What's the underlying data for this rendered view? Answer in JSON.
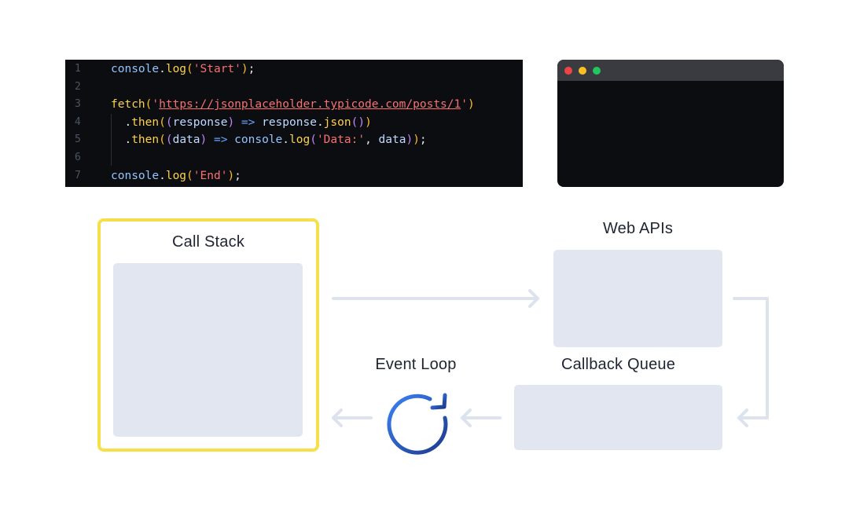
{
  "code": {
    "lines": [
      {
        "n": "1",
        "tokens": [
          [
            "console",
            "t-fn"
          ],
          [
            ".",
            "t-p"
          ],
          [
            "log",
            "t-m"
          ],
          [
            "(",
            "t-paren1"
          ],
          [
            "'Start'",
            "t-s"
          ],
          [
            ")",
            "t-paren1"
          ],
          [
            ";",
            "t-p"
          ]
        ]
      },
      {
        "n": "2",
        "tokens": []
      },
      {
        "n": "3",
        "tokens": [
          [
            "fetch",
            "t-m"
          ],
          [
            "(",
            "t-paren1"
          ],
          [
            "'",
            "t-s"
          ],
          [
            "https://jsonplaceholder.typicode.com/posts/1",
            "t-url"
          ],
          [
            "'",
            "t-s"
          ],
          [
            ")",
            "t-paren1"
          ]
        ]
      },
      {
        "n": "4",
        "tokens": [
          [
            "  ",
            "t-p"
          ],
          [
            ".",
            "t-p"
          ],
          [
            "then",
            "t-m"
          ],
          [
            "(",
            "t-paren1"
          ],
          [
            "(",
            "t-paren2"
          ],
          [
            "response",
            "t-v"
          ],
          [
            ")",
            "t-paren2"
          ],
          [
            " => ",
            "t-op"
          ],
          [
            "response",
            "t-v"
          ],
          [
            ".",
            "t-p"
          ],
          [
            "json",
            "t-m"
          ],
          [
            "()",
            "t-paren2"
          ],
          [
            ")",
            "t-paren1"
          ]
        ]
      },
      {
        "n": "5",
        "tokens": [
          [
            "  ",
            "t-p"
          ],
          [
            ".",
            "t-p"
          ],
          [
            "then",
            "t-m"
          ],
          [
            "(",
            "t-paren1"
          ],
          [
            "(",
            "t-paren2"
          ],
          [
            "data",
            "t-v"
          ],
          [
            ")",
            "t-paren2"
          ],
          [
            " => ",
            "t-op"
          ],
          [
            "console",
            "t-fn"
          ],
          [
            ".",
            "t-p"
          ],
          [
            "log",
            "t-m"
          ],
          [
            "(",
            "t-paren2"
          ],
          [
            "'Data:'",
            "t-s"
          ],
          [
            ", ",
            "t-p"
          ],
          [
            "data",
            "t-v"
          ],
          [
            ")",
            "t-paren2"
          ],
          [
            ")",
            "t-paren1"
          ],
          [
            ";",
            "t-p"
          ]
        ]
      },
      {
        "n": "6",
        "tokens": []
      },
      {
        "n": "7",
        "tokens": [
          [
            "console",
            "t-fn"
          ],
          [
            ".",
            "t-p"
          ],
          [
            "log",
            "t-m"
          ],
          [
            "(",
            "t-paren1"
          ],
          [
            "'End'",
            "t-s"
          ],
          [
            ")",
            "t-paren1"
          ],
          [
            ";",
            "t-p"
          ]
        ]
      }
    ]
  },
  "console_window": {
    "controls": [
      "close-dot",
      "minimize-dot",
      "maximize-dot"
    ],
    "output": ""
  },
  "diagram": {
    "call_stack_label": "Call Stack",
    "web_apis_label": "Web APIs",
    "event_loop_label": "Event Loop",
    "callback_queue_label": "Callback Queue"
  },
  "colors": {
    "highlight": "#f5e04a",
    "box": "#e1e6f0",
    "arrow": "#dde3ee",
    "loop_icon": "#1d4ed8"
  }
}
